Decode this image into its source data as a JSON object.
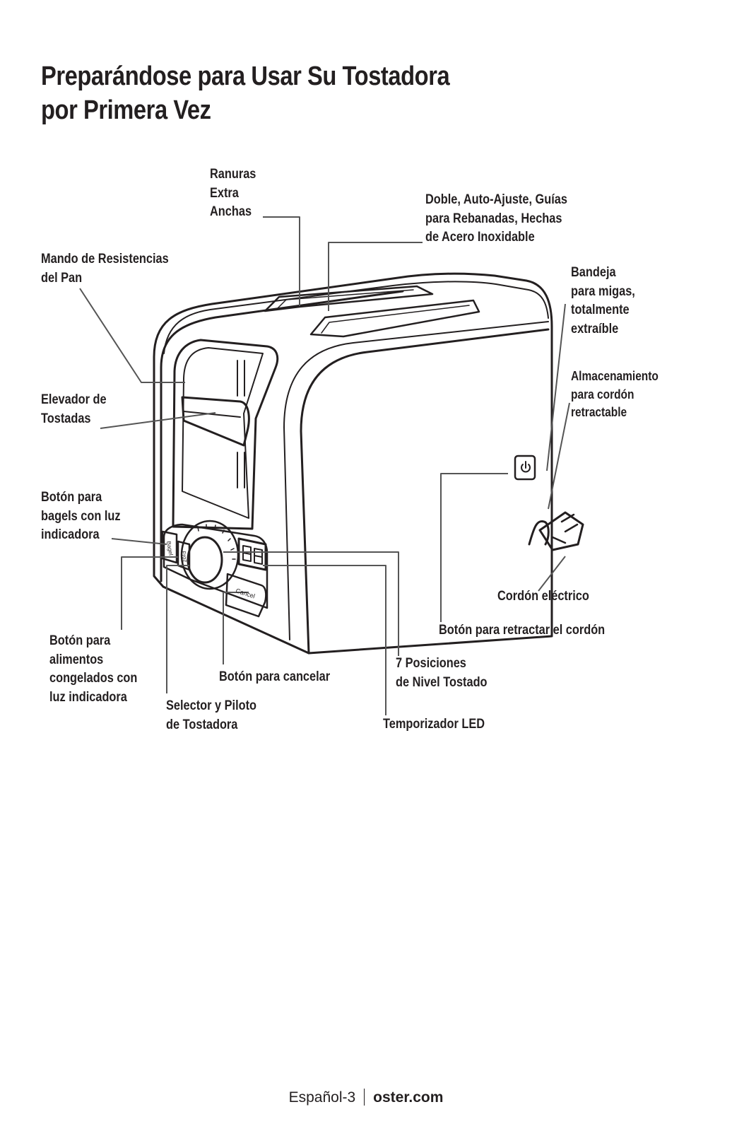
{
  "page": {
    "title_lines": [
      "Preparándose para Usar Su Tostadora",
      "por Primera Vez"
    ]
  },
  "labels": {
    "ranuras": [
      "Ranuras",
      "Extra",
      "Anchas"
    ],
    "guias": [
      "Doble, Auto-Ajuste, Guías",
      "para Rebanadas, Hechas",
      "de Acero Inoxidable"
    ],
    "mando": [
      "Mando de Resistencias",
      "del Pan"
    ],
    "bandeja": [
      "Bandeja",
      "para migas,",
      "totalmente",
      "extraíble"
    ],
    "almacenamiento": [
      "Almacenamiento",
      "para cordón",
      "retractable"
    ],
    "elevador": [
      "Elevador de",
      "Tostadas"
    ],
    "bagels": [
      "Botón para",
      "bagels con luz",
      "indicadora"
    ],
    "cordon": [
      "Cordón eléctrico"
    ],
    "retractar": [
      "Botón para retractar el cordón"
    ],
    "congelados": [
      "Botón para",
      "alimentos",
      "congelados con",
      "luz indicadora"
    ],
    "cancelar": [
      "Botón para cancelar"
    ],
    "posiciones": [
      "7 Posiciones",
      "de Nivel Tostado"
    ],
    "selector": [
      "Selector y Piloto",
      "de Tostadora"
    ],
    "temporizador": [
      "Temporizador LED"
    ]
  },
  "device_text": {
    "bagel": "Bagel",
    "frozen": "Froz",
    "cancel": "Cancel",
    "led": "88"
  },
  "footer": {
    "page": "Español-3",
    "site": "oster.com"
  }
}
